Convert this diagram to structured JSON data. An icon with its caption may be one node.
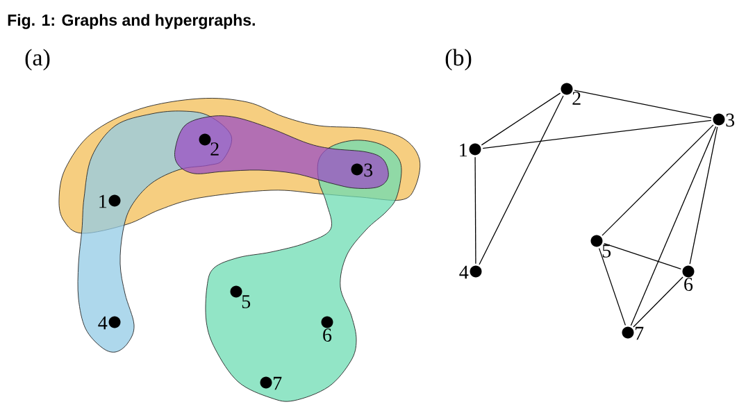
{
  "diagram": {
    "title": "Fig. 1: Graphs and hypergraphs.",
    "nodes": [
      {
        "text": [],
        "shape": "circle",
        "beside": [
          "1"
        ]
      },
      {
        "text": [],
        "shape": "circle",
        "beside": [
          "2"
        ]
      },
      {
        "text": [],
        "shape": "circle",
        "beside": [
          "3"
        ]
      },
      {
        "text": [],
        "shape": "circle",
        "beside": [
          "4"
        ]
      },
      {
        "text": [],
        "shape": "circle",
        "beside": [
          "5"
        ]
      },
      {
        "text": [],
        "shape": "circle",
        "beside": [
          "6"
        ]
      },
      {
        "text": [],
        "shape": "circle",
        "beside": [
          "7"
        ]
      },
      {
        "text": [],
        "shape": "circle",
        "beside": [
          "1"
        ]
      },
      {
        "text": [],
        "shape": "circle",
        "beside": [
          "2"
        ]
      },
      {
        "text": [],
        "shape": "circle",
        "beside": [
          "3"
        ]
      },
      {
        "text": [],
        "shape": "circle",
        "beside": [
          "4"
        ]
      },
      {
        "text": [],
        "shape": "circle",
        "beside": [
          "5"
        ]
      },
      {
        "text": [],
        "shape": "circle",
        "beside": [
          "6"
        ]
      },
      {
        "text": [],
        "shape": "circle",
        "beside": [
          "7"
        ]
      }
    ],
    "edges": [
      {
        "from": 7,
        "to": 8,
        "arrow": "none"
      },
      {
        "from": 7,
        "to": 9,
        "arrow": "none"
      },
      {
        "from": 7,
        "to": 10,
        "arrow": "none"
      },
      {
        "from": 8,
        "to": 9,
        "arrow": "none"
      },
      {
        "from": 8,
        "to": 10,
        "arrow": "none"
      },
      {
        "from": 9,
        "to": 11,
        "arrow": "none"
      },
      {
        "from": 9,
        "to": 12,
        "arrow": "none"
      },
      {
        "from": 9,
        "to": 13,
        "arrow": "none"
      },
      {
        "from": 11,
        "to": 12,
        "arrow": "none"
      },
      {
        "from": 11,
        "to": 13,
        "arrow": "none"
      },
      {
        "from": 12,
        "to": 13,
        "arrow": "none"
      }
    ],
    "labels": [
      "(a)",
      "(b)"
    ]
  }
}
